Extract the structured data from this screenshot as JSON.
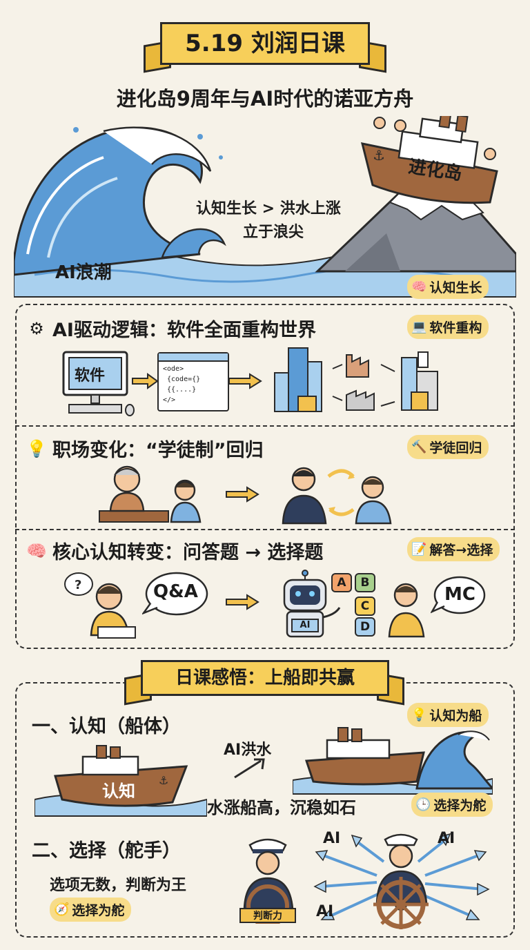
{
  "header": {
    "title": "5.19 刘润日课",
    "subtitle": "进化岛9周年与AI时代的诺亚方舟"
  },
  "hero": {
    "wave_label": "AI浪潮",
    "ship_label": "进化岛",
    "center_line1": "认知生长 > 洪水上涨",
    "center_line2": "立于浪尖",
    "tag": "认知生长"
  },
  "section1": {
    "heading": "AI驱动逻辑：软件全面重构世界",
    "tag": "软件重构",
    "monitor_label": "软件",
    "code_lines": [
      "<ode>",
      "{code={}",
      "{{....}",
      "</>"
    ]
  },
  "section2": {
    "heading": "职场变化：“学徒制”回归",
    "tag": "学徒回归"
  },
  "section3": {
    "heading": "核心认知转变：问答题 → 选择题",
    "tag": "解答→选择",
    "qa_bubble": "Q&A",
    "mc_bubble": "MC",
    "robot_label": "AI",
    "options": [
      "A",
      "B",
      "C",
      "D"
    ]
  },
  "summary": {
    "title": "日课感悟：上船即共赢",
    "part1_heading": "一、认知（船体）",
    "part1_tag": "认知为船",
    "ship_label": "认知",
    "flood_label": "AI洪水",
    "part1_caption": "水涨船高，沉稳如石",
    "part1_tag2": "选择为舵",
    "part2_heading": "二、选择（舵手）",
    "part2_caption": "选项无数，判断为王",
    "part2_tag": "选择为舵",
    "wheel_label": "判断力",
    "ai_labels": [
      "AI",
      "AI",
      "AI"
    ]
  },
  "colors": {
    "ribbon": "#f7cf5a",
    "tag": "#f7dc8a",
    "wave": "#5b9bd5",
    "wave_light": "#a9d0ee",
    "ship_hull": "#a0673e",
    "mountain": "#8a8f99",
    "arrow": "#f2c14e"
  }
}
